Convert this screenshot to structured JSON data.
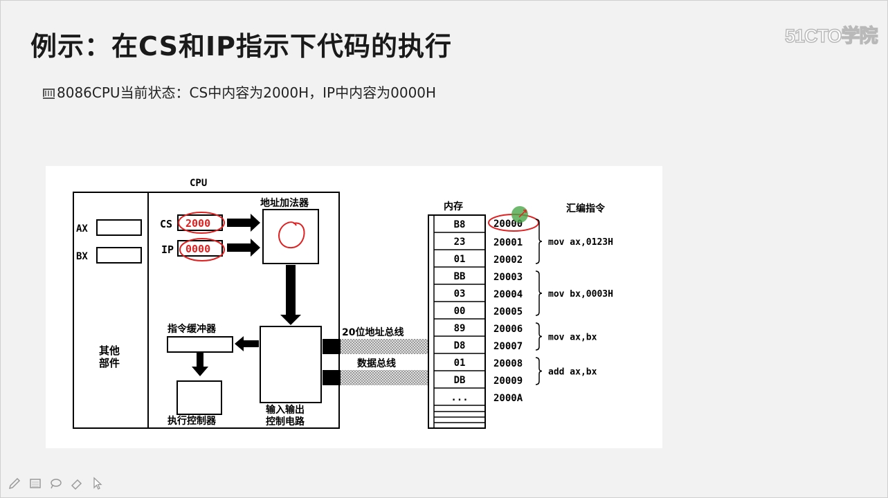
{
  "slide": {
    "title": "例示：在CS和IP指示下代码的执行",
    "watermark": "51CTO学院",
    "bullet": "8086CPU当前状态：CS中内容为2000H，IP中内容为0000H"
  },
  "diagram": {
    "cpu_label": "CPU",
    "registers": {
      "ax": "AX",
      "bx": "BX",
      "cs": "CS",
      "ip": "IP",
      "cs_value": "2000",
      "ip_value": "0000"
    },
    "other_parts": "其他部件",
    "address_adder": "地址加法器",
    "instruction_buffer": "指令缓冲器",
    "execution_control": "执行控制器",
    "io_control_line1": "输入输出",
    "io_control_line2": "控制电路",
    "address_bus": "20位地址总线",
    "data_bus": "数据总线",
    "memory_label": "内存",
    "asm_header": "汇编指令",
    "memory_cells": [
      "B8",
      "23",
      "01",
      "BB",
      "03",
      "00",
      "89",
      "D8",
      "01",
      "DB",
      "..."
    ],
    "addresses": [
      "20000",
      "20001",
      "20002",
      "20003",
      "20004",
      "20005",
      "20006",
      "20007",
      "20008",
      "20009",
      "2000A"
    ],
    "instructions": [
      "mov ax,0123H",
      "mov bx,0003H",
      "mov ax,bx",
      "add ax,bx"
    ],
    "annotation_color": "#e02020"
  },
  "toolbar": [
    "pen-icon",
    "eraser-icon",
    "lasso-icon",
    "highlighter-icon",
    "pointer-icon"
  ]
}
